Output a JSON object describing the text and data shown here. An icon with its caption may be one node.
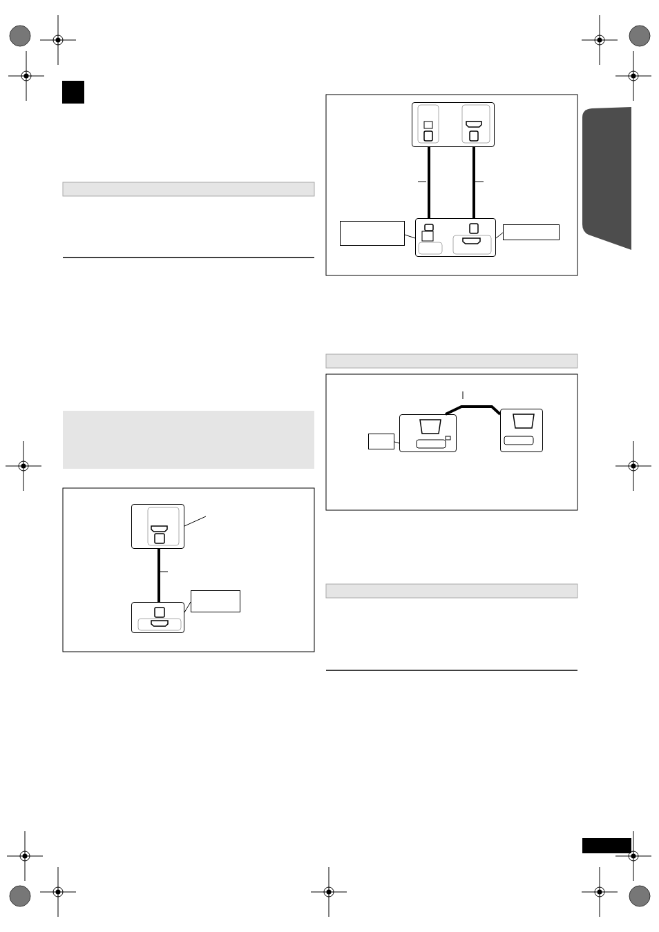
{
  "diagram": {
    "nodes": [
      {
        "text": [],
        "shape": "box"
      },
      {
        "text": [],
        "shape": "box"
      },
      {
        "text": [],
        "shape": "box"
      },
      {
        "text": [],
        "shape": "box"
      },
      {
        "text": [],
        "shape": "box"
      },
      {
        "text": [],
        "shape": "box"
      },
      {
        "text": [],
        "shape": "box"
      },
      {
        "text": [],
        "shape": "box"
      },
      {
        "text": [],
        "shape": "box"
      },
      {
        "text": [],
        "shape": "box"
      }
    ],
    "edges": [
      {
        "from": 0,
        "to": 1,
        "arrow": "none",
        "style": "thick"
      },
      {
        "from": 3,
        "to": 4,
        "arrow": "none",
        "style": "thick"
      },
      {
        "from": 3,
        "to": 4,
        "arrow": "none",
        "style": "thick"
      },
      {
        "from": 7,
        "to": 8,
        "arrow": "none",
        "style": "thick"
      },
      {
        "from": 2,
        "to": 1,
        "arrow": "none"
      },
      {
        "from": 5,
        "to": 4,
        "arrow": "none"
      },
      {
        "from": 6,
        "to": 4,
        "arrow": "none"
      },
      {
        "from": 9,
        "to": 7,
        "arrow": "none"
      },
      {
        "from": null,
        "to": 0,
        "arrow": "none"
      }
    ]
  }
}
